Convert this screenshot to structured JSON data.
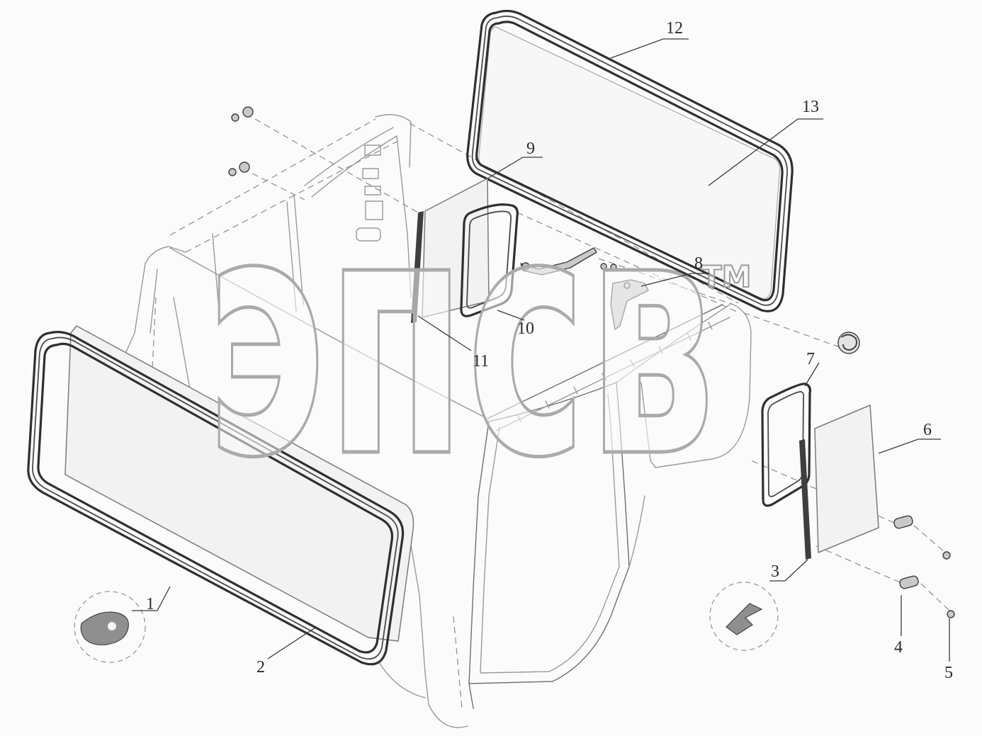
{
  "callouts": [
    {
      "label": "1"
    },
    {
      "label": "2"
    },
    {
      "label": "3"
    },
    {
      "label": "4"
    },
    {
      "label": "5"
    },
    {
      "label": "6"
    },
    {
      "label": "7"
    },
    {
      "label": "8"
    },
    {
      "label": "9"
    },
    {
      "label": "10"
    },
    {
      "label": "11"
    },
    {
      "label": "12"
    },
    {
      "label": "13"
    }
  ],
  "watermark": {
    "text": "эпсв",
    "tm": "TM"
  },
  "colors": {
    "background": "#fbfbfb",
    "line": "#9a9a9a",
    "seal": "#2f2f2f",
    "glass": "#f2f2f2"
  }
}
